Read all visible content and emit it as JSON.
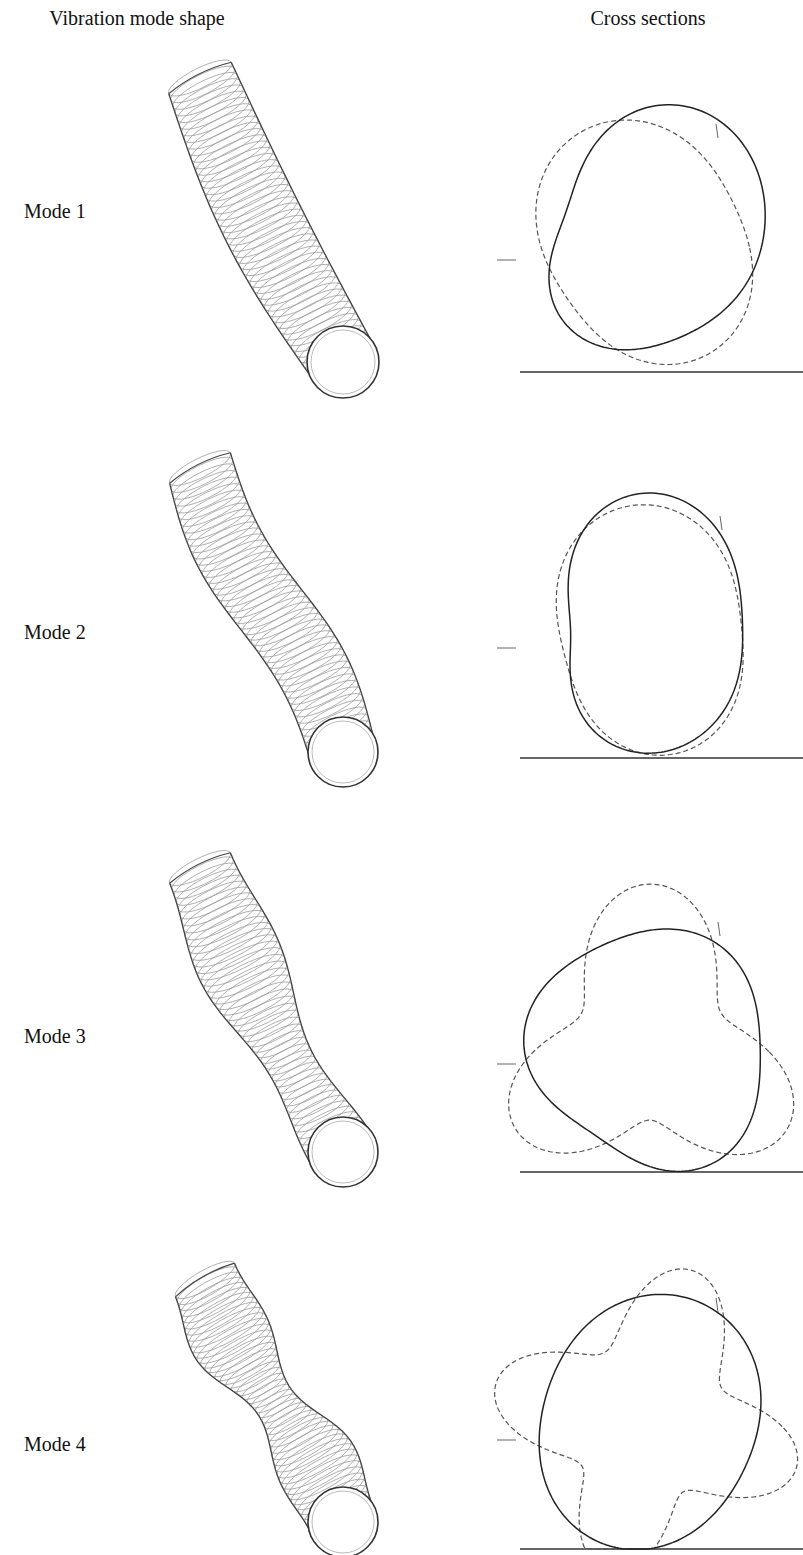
{
  "diagram": {
    "labels": [
      "Vibration mode shape",
      "Cross sections",
      "Mode 1",
      "Mode 2",
      "Mode 3",
      "Mode 4"
    ]
  }
}
